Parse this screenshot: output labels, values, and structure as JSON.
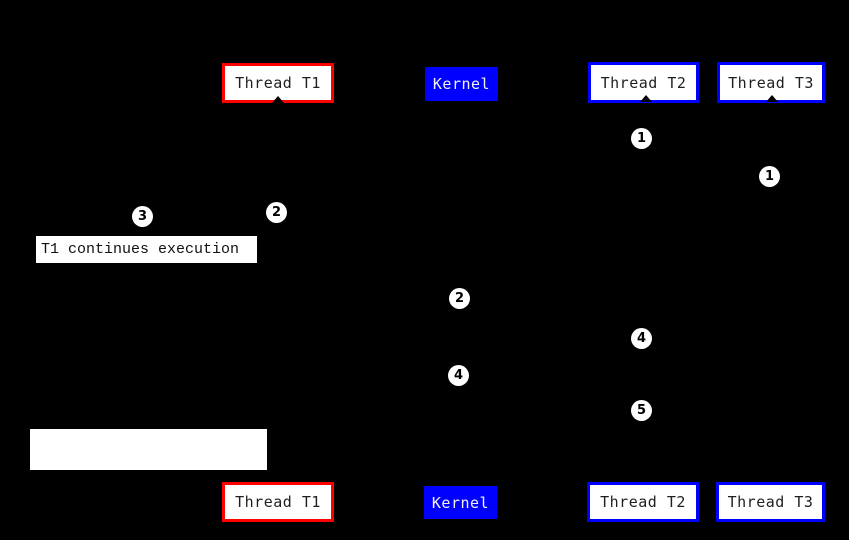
{
  "diagram": {
    "description": "Thread scheduling sequence diagram on black background",
    "colors": {
      "background": "#000000",
      "t1_border": "#ff0000",
      "thread_border": "#0000ff",
      "kernel_bg": "#0000ff",
      "kernel_text": "#ffffff",
      "box_bg": "#ffffff",
      "box_text": "#1f1f1f",
      "marker_bg": "#ffffff",
      "marker_text": "#000000"
    },
    "top_row": {
      "thread_t1": "Thread T1",
      "kernel": "Kernel",
      "thread_t2": "Thread T2",
      "thread_t3": "Thread T3"
    },
    "bottom_row": {
      "thread_t1": "Thread T1",
      "kernel": "Kernel",
      "thread_t2": "Thread T2",
      "thread_t3": "Thread T3"
    },
    "annotation": "T1 continues execution",
    "blank_label": "",
    "step_markers": [
      "1",
      "1",
      "3",
      "2",
      "2",
      "4",
      "4",
      "5"
    ]
  }
}
